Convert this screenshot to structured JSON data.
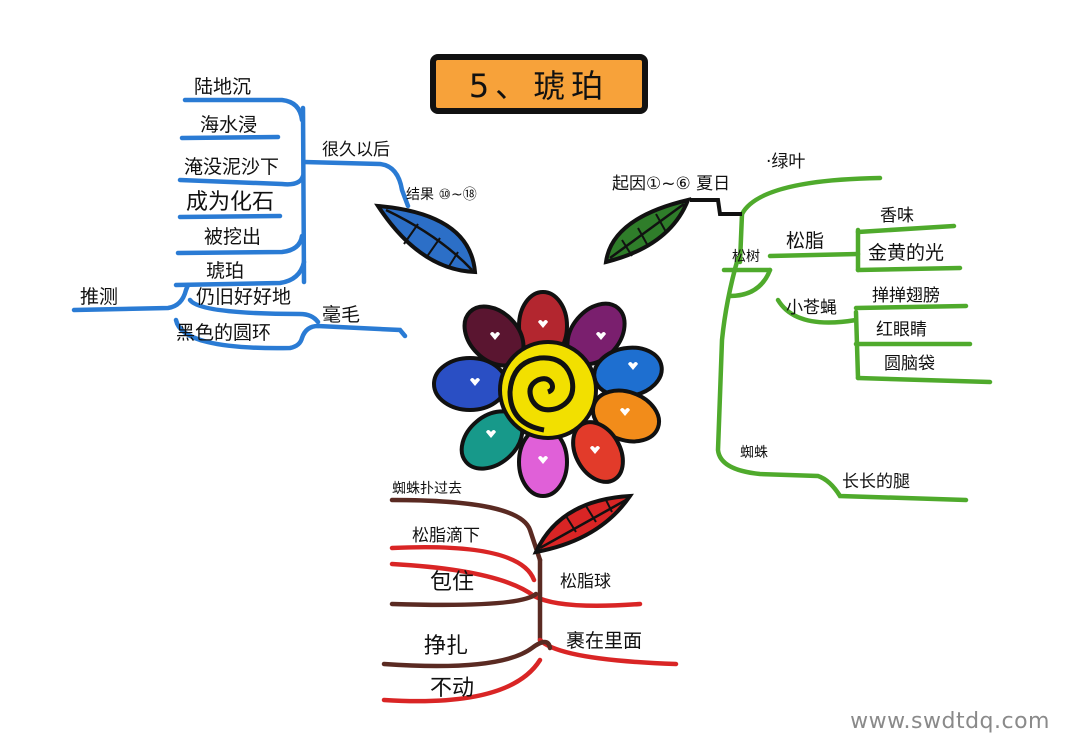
{
  "title": "5、琥珀",
  "colors": {
    "blue_branch": "#2a7bd4",
    "green_branch": "#4faa2c",
    "red_branch": "#d92525",
    "brown_branch": "#5a2a22",
    "title_fill": "#f7a23a",
    "flower_center": "#f2e000"
  },
  "blue_branch": {
    "items": [
      "陆地沉",
      "海水浸",
      "淹没泥沙下",
      "成为化石",
      "被挖出",
      "琥珀"
    ],
    "group_label": "很久以后",
    "leaf_label": "结果 ⑩~⑱",
    "infer_label": "推测",
    "infer_items": [
      "仍旧好好地",
      "黑色的圆环"
    ],
    "hair_label": "毫毛"
  },
  "green_branch": {
    "leaf_label": "起因①~⑥ 夏日",
    "top_label": "·绿叶",
    "root_label": "松树",
    "resin_label": "松脂",
    "resin_items": [
      "香味",
      "金黄的光"
    ],
    "fly_label": "小苍蝇",
    "fly_items": [
      "掸掸翅膀",
      "红眼睛",
      "圆脑袋"
    ],
    "spider_label": "蜘蛛",
    "spider_item": "长长的腿"
  },
  "red_branch": {
    "top_label": "蜘蛛扑过去",
    "items": [
      "松脂滴下",
      "包住",
      "挣扎",
      "不动"
    ],
    "ball_label": "松脂球",
    "inside_label": "裹在里面"
  },
  "watermark": "www.swdtdq.com"
}
